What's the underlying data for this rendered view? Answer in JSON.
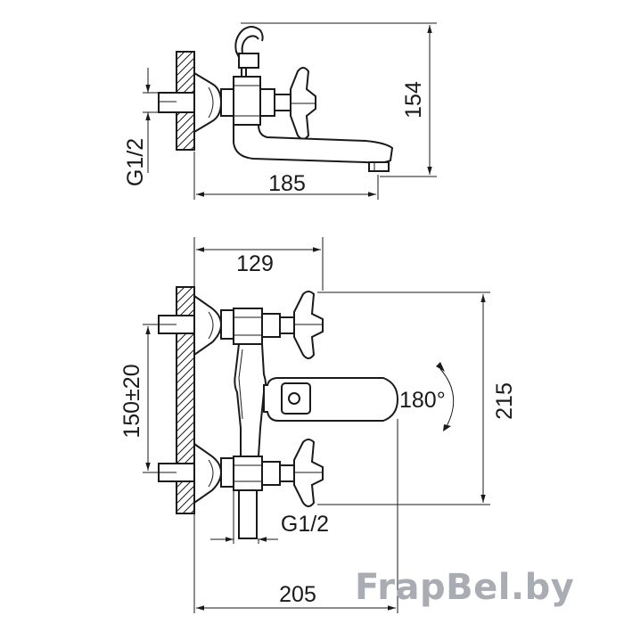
{
  "top_view": {
    "height_dim": "154",
    "length_dim": "185",
    "thread_label": "G1/2"
  },
  "front_view": {
    "width_dim": "129",
    "spacing_dim": "150±20",
    "rotation_label": "180°",
    "height_dim": "215",
    "thread_label": "G1/2",
    "length_dim": "205"
  },
  "watermark": "FrapBel.by"
}
